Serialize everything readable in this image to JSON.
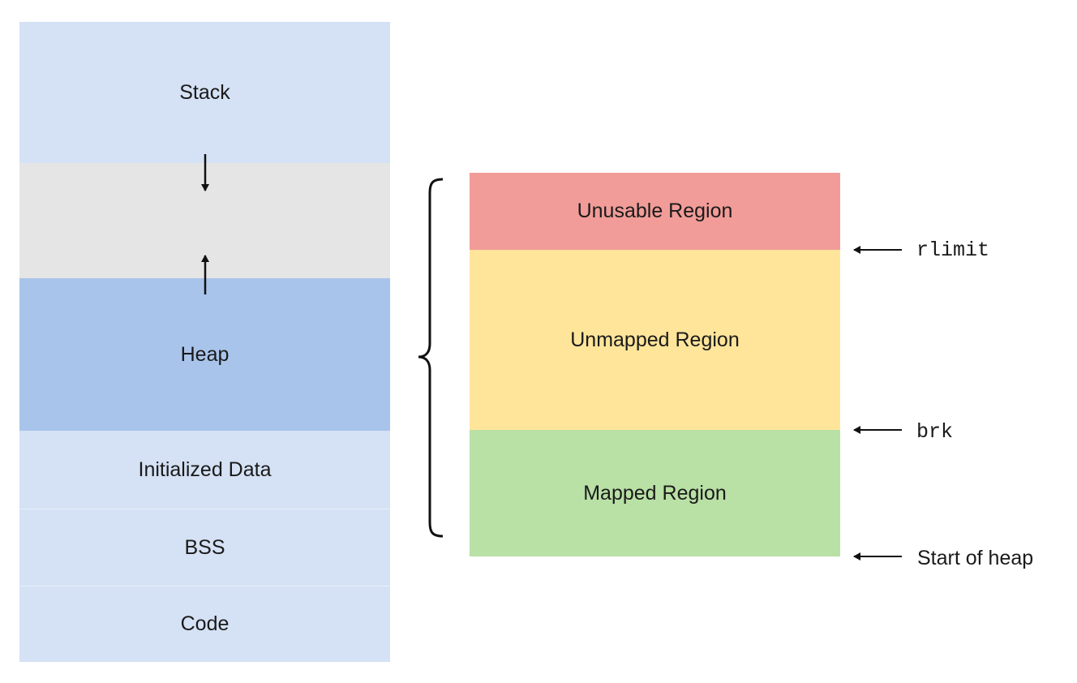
{
  "memory_layout": {
    "stack": "Stack",
    "heap": "Heap",
    "initialized_data": "Initialized Data",
    "bss": "BSS",
    "code": "Code"
  },
  "heap_detail": {
    "unusable": "Unusable Region",
    "unmapped": "Unmapped Region",
    "mapped": "Mapped Region"
  },
  "pointers": {
    "rlimit": "rlimit",
    "brk": "brk",
    "start_of_heap": "Start of heap"
  },
  "colors": {
    "segment_light": "#d5e1f4",
    "gap": "#e5e5e5",
    "heap": "#a9c4eb",
    "unusable": "#f19c98",
    "unmapped": "#ffe59a",
    "mapped": "#b9e0a5"
  }
}
